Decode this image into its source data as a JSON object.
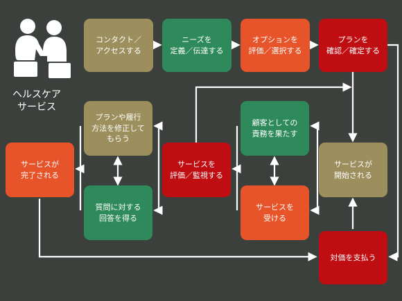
{
  "title": "ヘルスケア\nサービス",
  "boxes": {
    "contact": "コンタクト／\nアクセスする",
    "needs": "ニーズを\n定義／伝達する",
    "options": "オプションを\n評価／選択する",
    "plan": "プランを\n確認／確定する",
    "start": "サービスが\n開始される",
    "pay": "対価を支払う",
    "receive": "サービスを\n受ける",
    "duties": "顧客としての\n責務を果たす",
    "evaluate": "サービスを\n評価／監視する",
    "followup": "プランや履行\n方法を修正して\nもらう",
    "answer": "質問に対する\n回答を得る",
    "complete": "サービスが\n完了される"
  },
  "colors": {
    "background": "#3c403c",
    "olive": "#9c8f5d",
    "green": "#2e8a5a",
    "orange": "#e8542a",
    "red": "#c00d12",
    "line": "#ffffff"
  }
}
